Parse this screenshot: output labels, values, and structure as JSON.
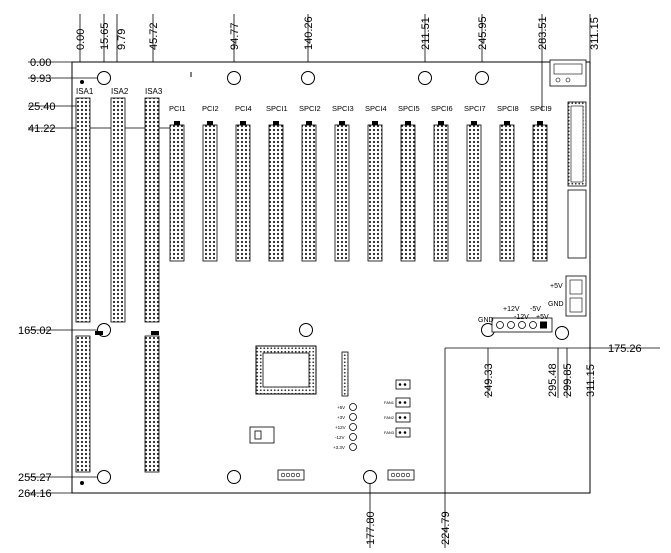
{
  "dimensions": {
    "top": [
      "0.00",
      "15.65",
      "9.79",
      "45.72",
      "94.77",
      "140.26",
      "211.51",
      "245.95",
      "283.51",
      "311.15"
    ],
    "left": [
      "0.00",
      "9.93",
      "25.40",
      "41.22",
      "165.02",
      "255.27",
      "264.16"
    ],
    "bottom": [
      "177.80",
      "224.79",
      "249.33",
      "295.48",
      "299.85",
      "311.15"
    ],
    "right": [
      "175.26"
    ]
  },
  "isa_slots": [
    "ISA1",
    "ISA2",
    "ISA3"
  ],
  "pci_slots": [
    "PCI1",
    "PCI2",
    "PCI4",
    "SPCI1",
    "SPCI2",
    "SPCI3",
    "SPCI4",
    "SPCI5",
    "SPCI6",
    "SPCI7",
    "SPCI8",
    "SPCI9"
  ],
  "power_connector": {
    "top_labels": [
      "+12V",
      "-5V"
    ],
    "bottom_labels": [
      "-12V",
      "+5V"
    ],
    "gnd_label": "GND"
  },
  "right_connector_labels": {
    "plus5v": "+5V",
    "gnd": "GND"
  },
  "voltage_leds": [
    "+5V",
    "+3V",
    "+12V",
    "-12V",
    "+3.3V"
  ],
  "fan_headers": [
    "FAN1",
    "FAN2",
    "FAN3"
  ]
}
